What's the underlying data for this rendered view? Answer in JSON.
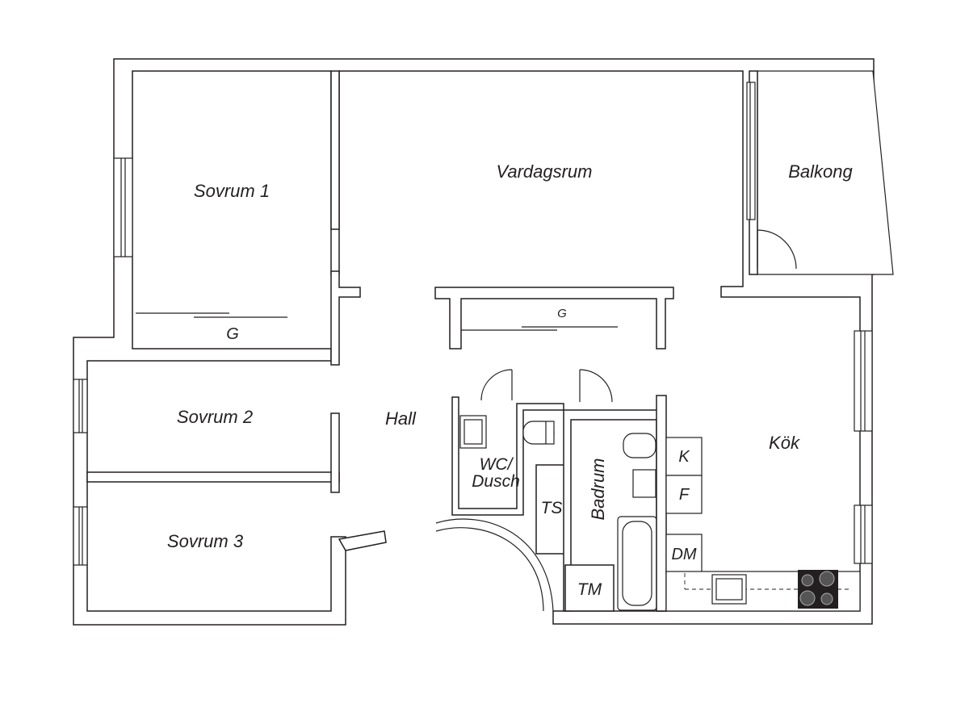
{
  "rooms": {
    "sovrum1": "Sovrum 1",
    "vardagsrum": "Vardagsrum",
    "balkong": "Balkong",
    "sovrum2": "Sovrum 2",
    "hall": "Hall",
    "sovrum3": "Sovrum 3",
    "kok": "Kök",
    "wc_line1": "WC/",
    "wc_line2": "Dusch",
    "badrum": "Badrum"
  },
  "fixtures": {
    "garderob_sovrum1": "G",
    "garderob_hall": "G",
    "torkskap": "TS",
    "tvattmaskin": "TM",
    "kyl": "K",
    "frys": "F",
    "diskmaskin": "DM"
  }
}
